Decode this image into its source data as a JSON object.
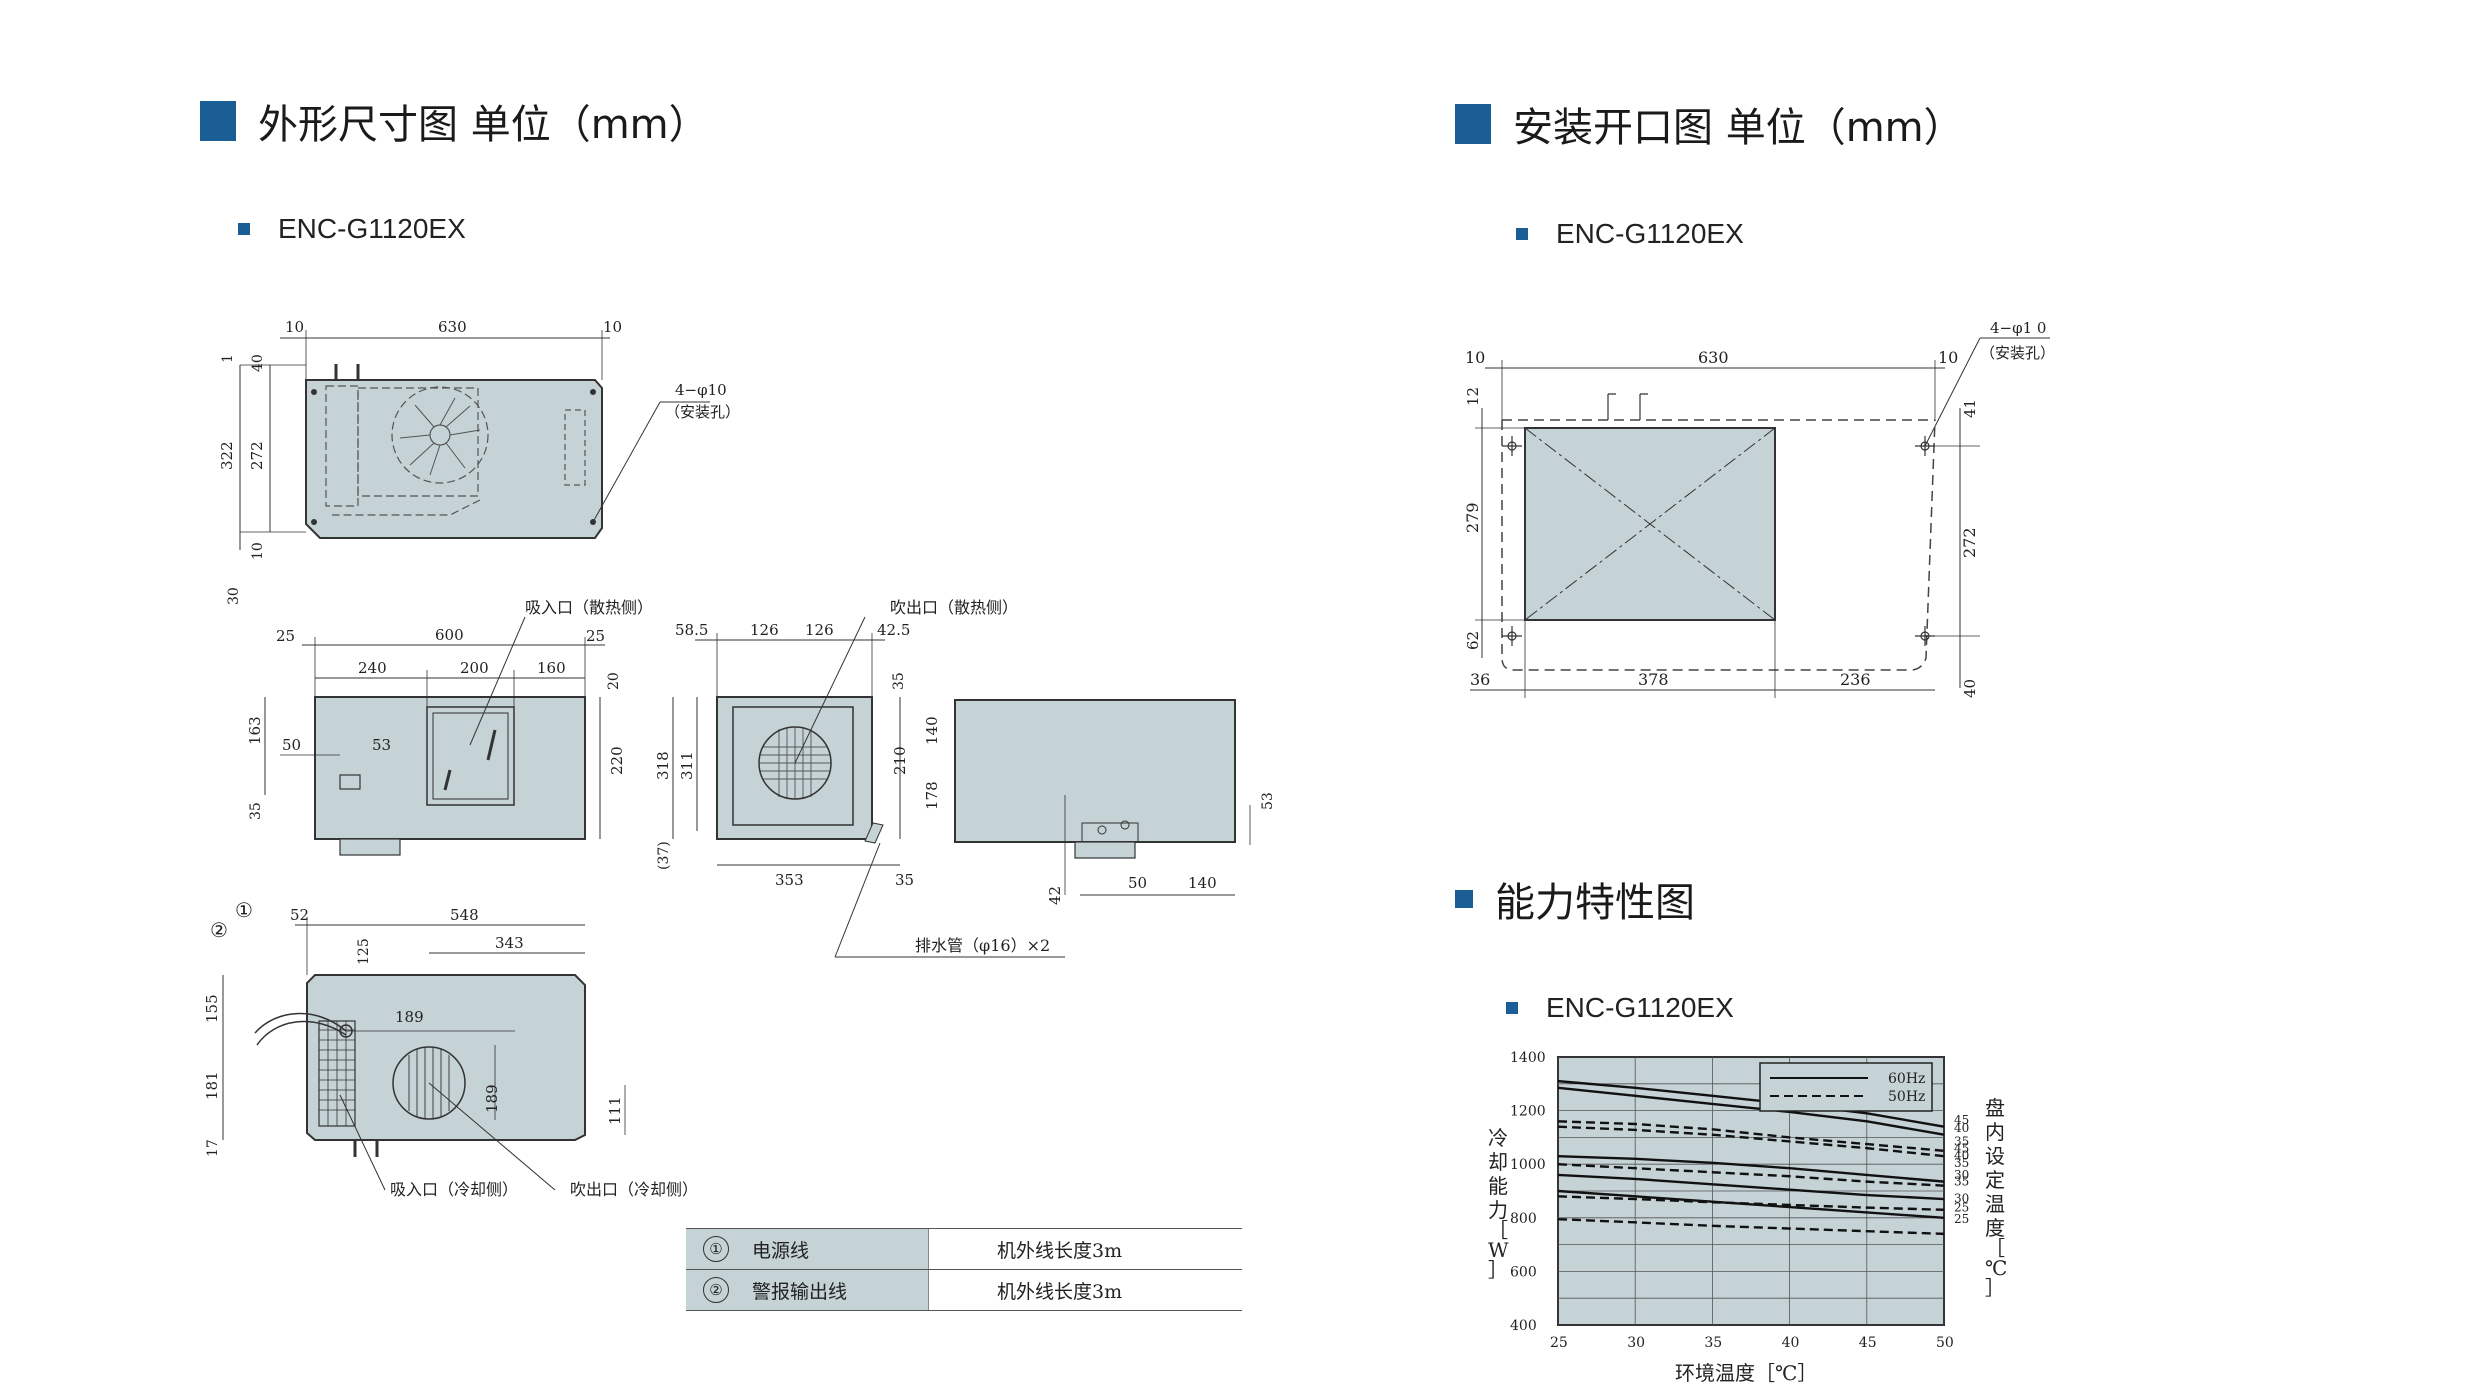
{
  "section_outline": {
    "title": "外形尺寸图 单位（mm）",
    "model": "ENC-G1120EX"
  },
  "section_cutout": {
    "title": "安装开口图 单位（mm）",
    "model": "ENC-G1120EX"
  },
  "section_perf": {
    "title": "能力特性图",
    "model": "ENC-G1120EX"
  },
  "outline_top": {
    "dims": {
      "d10a": "10",
      "d630": "630",
      "d10b": "10",
      "d1": "1",
      "d40": "40",
      "d322": "322",
      "d272": "272",
      "d10c": "10",
      "d30": "30"
    },
    "hole_label": "4−φ10",
    "hole_note": "（安装孔）"
  },
  "outline_front": {
    "intake_label": "吸入口（散热侧）",
    "dims": {
      "d25a": "25",
      "d600": "600",
      "d25b": "25",
      "d240": "240",
      "d200": "200",
      "d160": "160",
      "d20": "20",
      "d220": "220",
      "d163": "163",
      "d50": "50",
      "d53": "53",
      "d35": "35"
    }
  },
  "outline_side": {
    "exhaust_label": "吹出口（散热侧）",
    "dims": {
      "d585": "58.5",
      "d126a": "126",
      "d126b": "126",
      "d425": "42.5",
      "d35t": "35",
      "d140": "140",
      "d210": "210",
      "d178": "178",
      "d318": "318",
      "d311": "311",
      "d37": "(37)",
      "d353": "353",
      "d35b": "35"
    },
    "drain_label": "排水管（φ16）×2"
  },
  "outline_back": {
    "dims": {
      "d53": "53",
      "d42": "42",
      "d50": "50",
      "d140": "140"
    }
  },
  "outline_bottom": {
    "mark1": "①",
    "mark2": "②",
    "intake_label": "吸入口（冷却侧）",
    "exhaust_label": "吹出口（冷却侧）",
    "dims": {
      "d52": "52",
      "d548": "548",
      "d125": "125",
      "d343": "343",
      "d189a": "189",
      "d155": "155",
      "d181": "181",
      "d17": "17",
      "d189b": "189",
      "d111": "111"
    }
  },
  "parts_table": {
    "rows": [
      {
        "no": "①",
        "name": "电源线",
        "spec": "机外线长度3m"
      },
      {
        "no": "②",
        "name": "警报输出线",
        "spec": "机外线长度3m"
      }
    ]
  },
  "cutout": {
    "hole_label": "4−φ1 0",
    "hole_note": "（安装孔）",
    "dims": {
      "d10a": "10",
      "d630": "630",
      "d10b": "10",
      "d12": "12",
      "d41": "41",
      "d279": "279",
      "d272": "272",
      "d62": "62",
      "d40": "40",
      "d36": "36",
      "d378": "378",
      "d236": "236"
    }
  },
  "chart_data": {
    "type": "line",
    "xlabel": "环境温度［℃］",
    "ylabel": "冷却能力［W］",
    "y2label": "盘内设定温度［℃］",
    "x_ticks": [
      25,
      30,
      35,
      40,
      45,
      50
    ],
    "y_ticks": [
      400,
      600,
      800,
      1000,
      1200,
      1400
    ],
    "xlim": [
      25,
      50
    ],
    "ylim": [
      400,
      1400
    ],
    "grid": true,
    "legend": {
      "position": "top-right",
      "entries": [
        {
          "name": "60Hz",
          "style": "solid"
        },
        {
          "name": "50Hz",
          "style": "dashed"
        }
      ]
    },
    "right_labels": [
      {
        "text": "45",
        "y": 1165
      },
      {
        "text": "40",
        "y": 1135
      },
      {
        "text": "35",
        "y": 1085
      },
      {
        "text": "45",
        "y": 1058
      },
      {
        "text": "40",
        "y": 1033
      },
      {
        "text": "35",
        "y": 1005
      },
      {
        "text": "30",
        "y": 960
      },
      {
        "text": "35",
        "y": 935
      },
      {
        "text": "30",
        "y": 872
      },
      {
        "text": "25",
        "y": 838
      },
      {
        "text": "25",
        "y": 795
      }
    ],
    "series": [
      {
        "name": "60Hz",
        "setpoint": 45,
        "style": "solid",
        "x": [
          25,
          30,
          35,
          40,
          45,
          50
        ],
        "y": [
          1310,
          1285,
          1255,
          1225,
          1190,
          1140
        ]
      },
      {
        "name": "60Hz",
        "setpoint": 40,
        "style": "solid",
        "x": [
          25,
          30,
          35,
          40,
          45,
          50
        ],
        "y": [
          1285,
          1255,
          1225,
          1195,
          1160,
          1110
        ]
      },
      {
        "name": "50Hz",
        "setpoint": 45,
        "style": "dashed",
        "x": [
          25,
          30,
          35,
          40,
          45,
          50
        ],
        "y": [
          1160,
          1150,
          1130,
          1100,
          1075,
          1050
        ]
      },
      {
        "name": "50Hz",
        "setpoint": 40,
        "style": "dashed",
        "x": [
          25,
          30,
          35,
          40,
          45,
          50
        ],
        "y": [
          1140,
          1128,
          1110,
          1085,
          1060,
          1030
        ]
      },
      {
        "name": "60Hz",
        "setpoint": 35,
        "style": "solid",
        "x": [
          25,
          30,
          35,
          40,
          45,
          50
        ],
        "y": [
          1030,
          1020,
          1005,
          985,
          960,
          935
        ]
      },
      {
        "name": "50Hz",
        "setpoint": 35,
        "style": "dashed",
        "x": [
          25,
          30,
          35,
          40,
          45,
          50
        ],
        "y": [
          1000,
          985,
          970,
          955,
          935,
          920
        ]
      },
      {
        "name": "60Hz",
        "setpoint": 30,
        "style": "solid",
        "x": [
          25,
          30,
          35,
          40,
          45,
          50
        ],
        "y": [
          960,
          945,
          925,
          905,
          885,
          870
        ]
      },
      {
        "name": "50Hz",
        "setpoint": 30,
        "style": "dashed",
        "x": [
          25,
          30,
          35,
          40,
          45,
          50
        ],
        "y": [
          880,
          870,
          858,
          848,
          838,
          830
        ]
      },
      {
        "name": "60Hz",
        "setpoint": 25,
        "style": "solid",
        "x": [
          25,
          30,
          35,
          40,
          45,
          50
        ],
        "y": [
          900,
          880,
          860,
          840,
          820,
          800
        ]
      },
      {
        "name": "50Hz",
        "setpoint": 25,
        "style": "dashed",
        "x": [
          25,
          30,
          35,
          40,
          45,
          50
        ],
        "y": [
          795,
          783,
          770,
          760,
          750,
          740
        ]
      }
    ]
  }
}
